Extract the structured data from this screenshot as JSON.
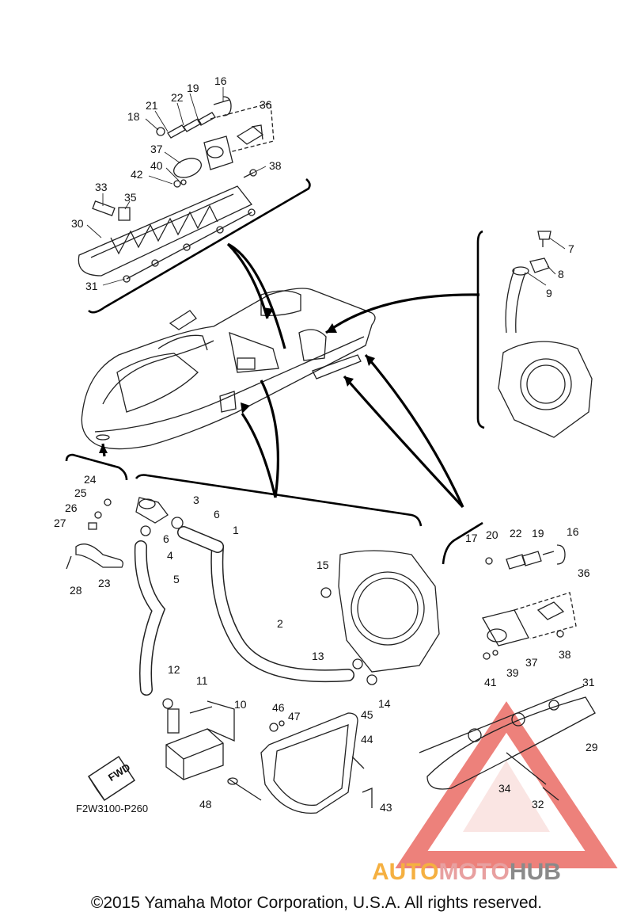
{
  "callouts": {
    "c1": "1",
    "c2": "2",
    "c3": "3",
    "c4": "4",
    "c5": "5",
    "c6a": "6",
    "c6b": "6",
    "c7": "7",
    "c8": "8",
    "c9": "9",
    "c10": "10",
    "c11": "11",
    "c12": "12",
    "c13": "13",
    "c14": "14",
    "c15": "15",
    "c16a": "16",
    "c16b": "16",
    "c17": "17",
    "c18": "18",
    "c19a": "19",
    "c19b": "19",
    "c20": "20",
    "c21": "21",
    "c22a": "22",
    "c22b": "22",
    "c23": "23",
    "c24": "24",
    "c25": "25",
    "c26": "26",
    "c27": "27",
    "c28": "28",
    "c29": "29",
    "c30": "30",
    "c31a": "31",
    "c31b": "31",
    "c32": "32",
    "c33": "33",
    "c34": "34",
    "c35": "35",
    "c36a": "36",
    "c36b": "36",
    "c37a": "37",
    "c37b": "37",
    "c38a": "38",
    "c38b": "38",
    "c39": "39",
    "c40": "40",
    "c41": "41",
    "c42": "42",
    "c43": "43",
    "c44": "44",
    "c45": "45",
    "c46": "46",
    "c47": "47",
    "c48": "48"
  },
  "fwd_label": "FWD",
  "diagram_code": "F2W3100-P260",
  "copyright": "©2015 Yamaha Motor Corporation, U.S.A. All rights reserved.",
  "watermark": {
    "part1": "AUTO",
    "part2": "MOTO",
    "part3": "HUB",
    "color1": "#f5b041",
    "color2": "#e8a0a0",
    "color3": "#8a8a8a",
    "triangle_color": "#e8574f"
  }
}
